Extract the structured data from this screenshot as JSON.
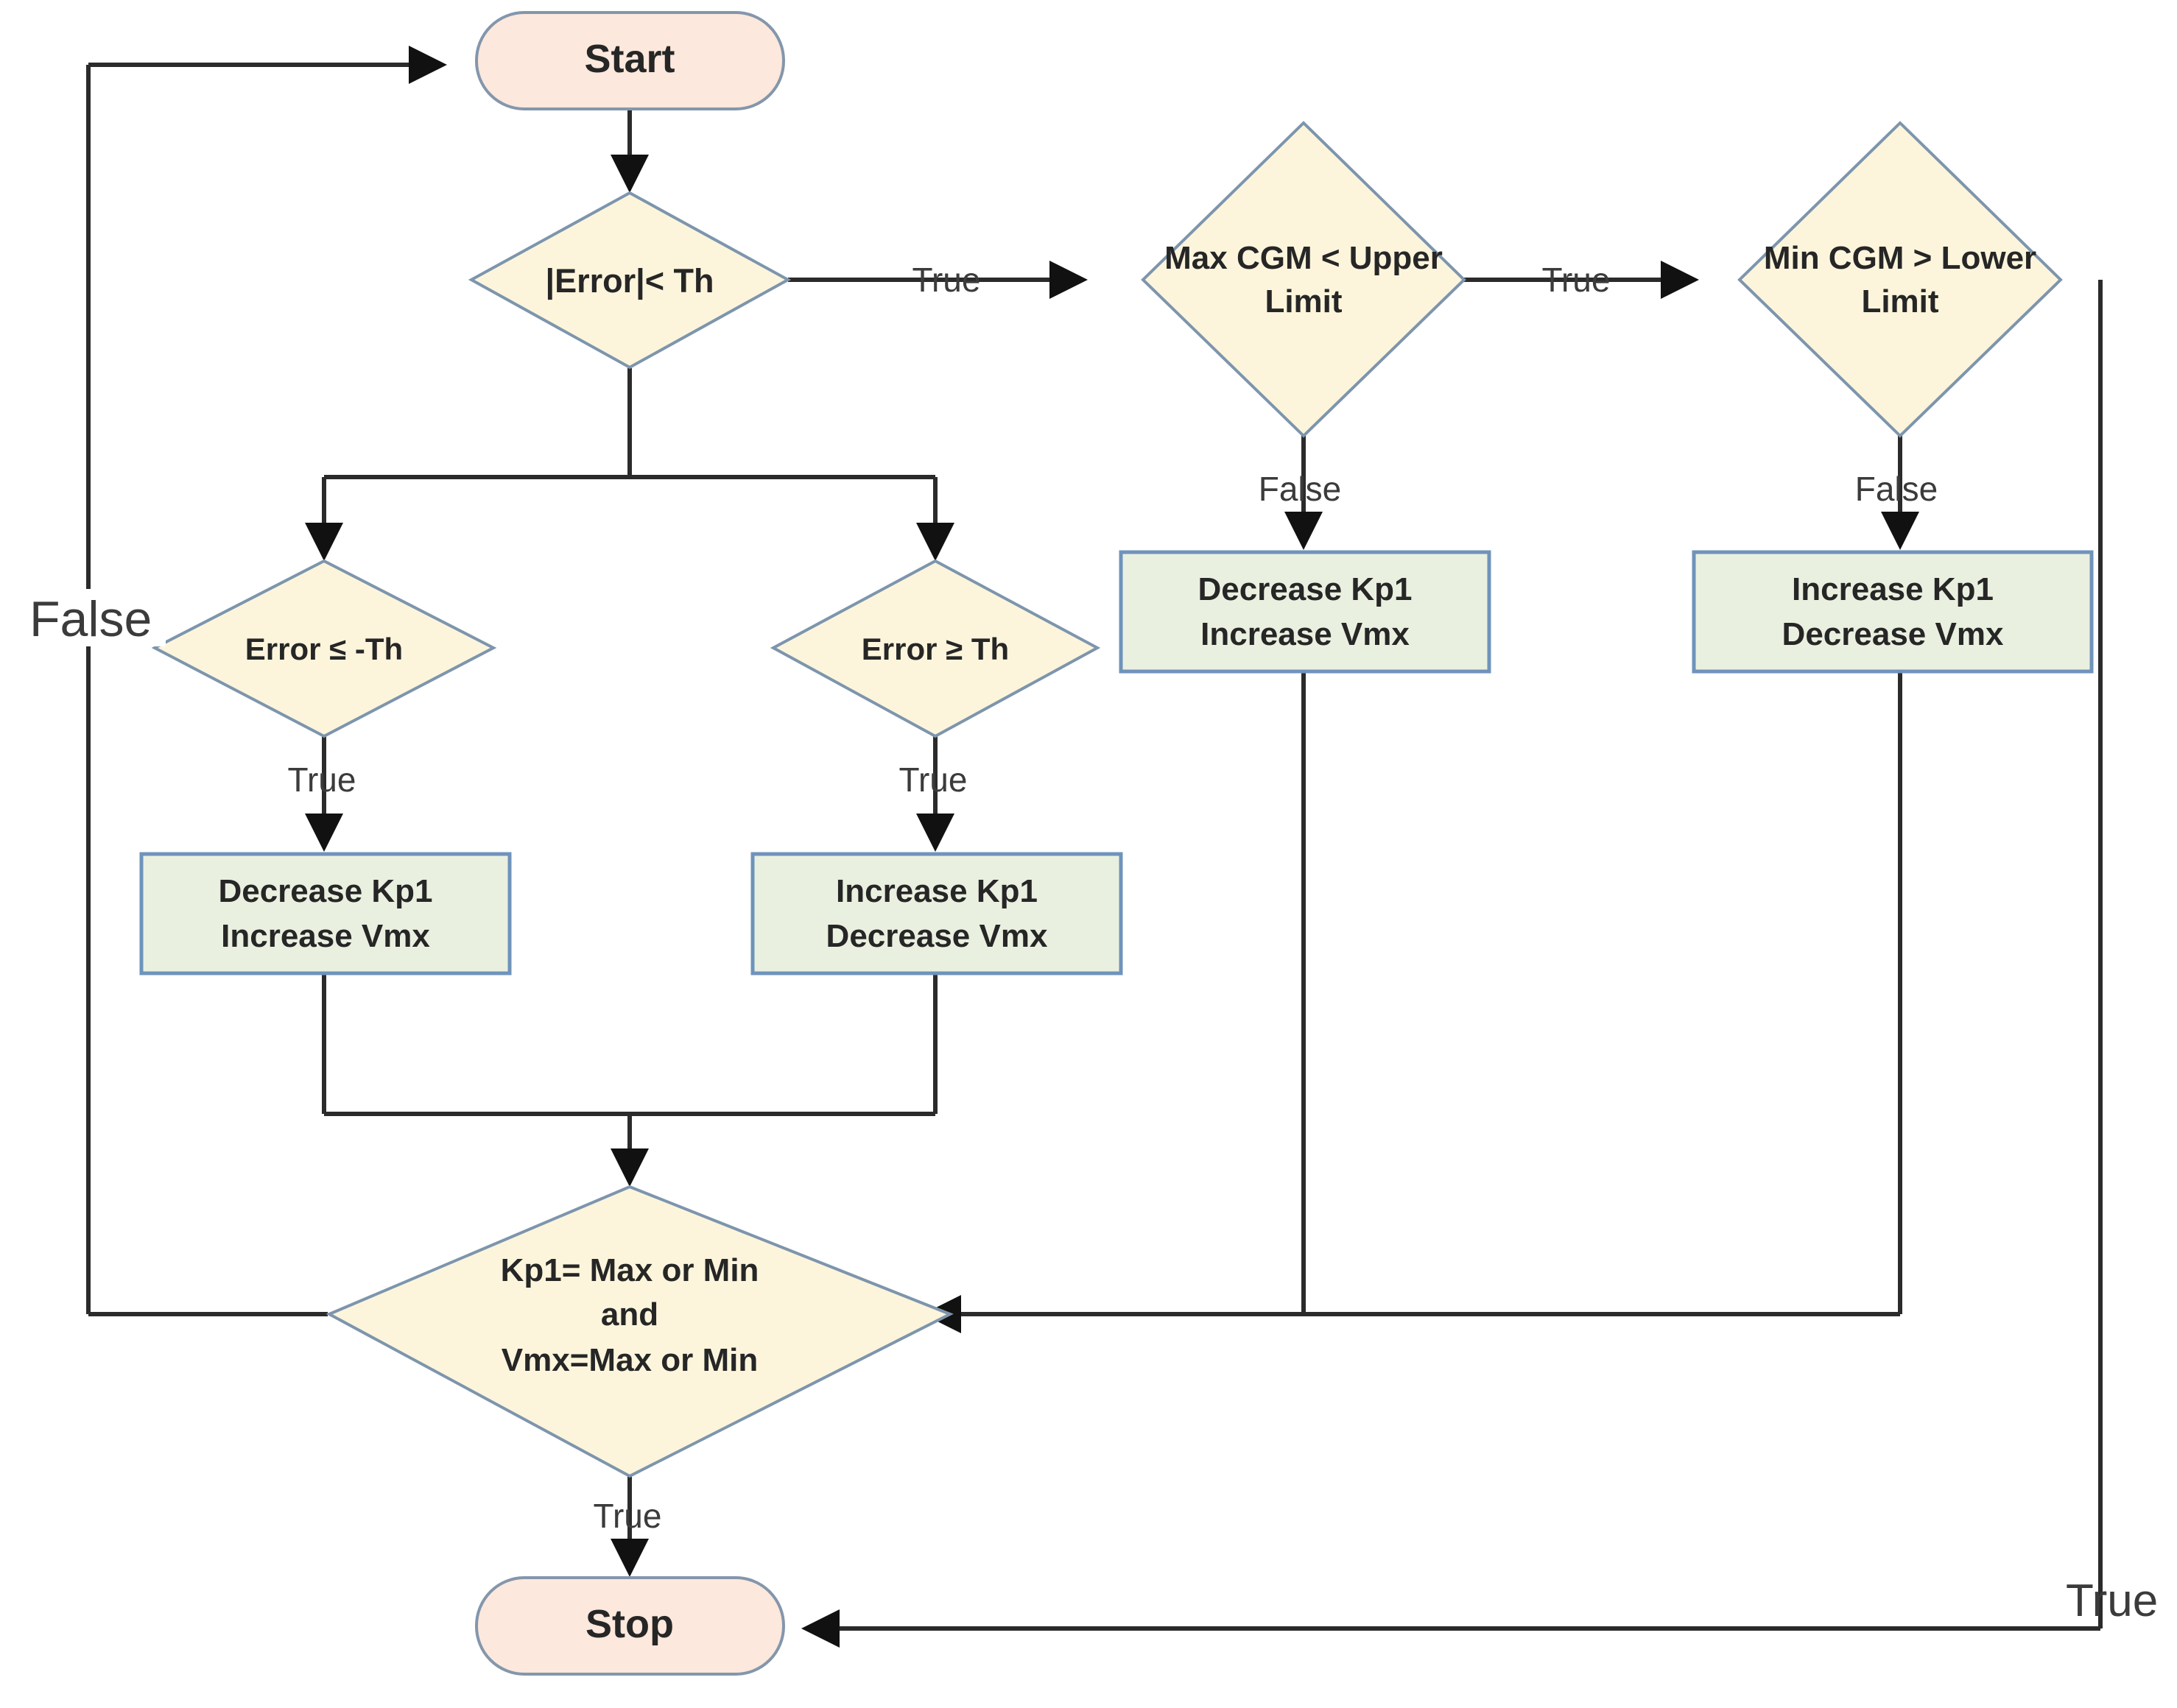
{
  "diagram": {
    "title": "Adaptive gain tuning flowchart",
    "colors": {
      "terminator_fill": "#fce8dc",
      "terminator_stroke": "#8496ab",
      "decision_fill": "#fcf5dc",
      "decision_stroke": "#7d95ad",
      "process_fill": "#eaf0e0",
      "process_stroke": "#6f93bb",
      "connector": "#2b2b2b",
      "background": "#ffffff"
    },
    "nodes": {
      "start": {
        "label": "Start",
        "shape": "terminator"
      },
      "error_abs": {
        "label": "|Error|< Th",
        "shape": "decision"
      },
      "max_cgm": {
        "line1": "Max CGM < Upper",
        "line2": "Limit",
        "shape": "decision"
      },
      "min_cgm": {
        "line1": "Min CGM > Lower",
        "line2": "Limit",
        "shape": "decision"
      },
      "error_le": {
        "label": "Error ≤ -Th",
        "shape": "decision"
      },
      "error_ge": {
        "label": "Error ≥ Th",
        "shape": "decision"
      },
      "proc_max_cgm": {
        "line1": "Decrease Kp1",
        "line2": "Increase Vmx",
        "shape": "process"
      },
      "proc_min_cgm": {
        "line1": "Increase Kp1",
        "line2": "Decrease Vmx",
        "shape": "process"
      },
      "proc_error_le": {
        "line1": "Decrease Kp1",
        "line2": "Increase Vmx",
        "shape": "process"
      },
      "proc_error_ge": {
        "line1": "Increase Kp1",
        "line2": "Decrease Vmx",
        "shape": "process"
      },
      "limits": {
        "line1": "Kp1= Max or Min",
        "line2": "and",
        "line3": "Vmx=Max or Min",
        "shape": "decision"
      },
      "stop": {
        "label": "Stop",
        "shape": "terminator"
      }
    },
    "edge_labels": {
      "error_abs_true": "True",
      "max_cgm_true": "True",
      "max_cgm_false": "False",
      "min_cgm_false": "False",
      "min_cgm_true": "True",
      "error_le_true": "True",
      "error_ge_true": "True",
      "limits_true": "True",
      "limits_false": "False"
    }
  }
}
